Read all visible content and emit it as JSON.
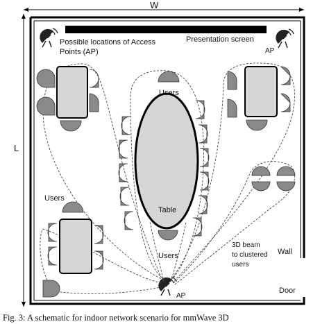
{
  "dimension_labels": {
    "width": "W",
    "length": "L"
  },
  "screen_label": "Presentation screen",
  "ap_locations_label_line1": "Possible locations of Access",
  "ap_locations_label_line2": "Points (AP)",
  "ap_label_right": "AP",
  "ap_label_bottom": "AP",
  "users_label_top": "Users",
  "users_label_left": "Users",
  "users_label_bottom": "Users",
  "table_label": "Table",
  "beam_label_line1": "3D beam",
  "beam_label_line2": "to clustered",
  "beam_label_line3": "users",
  "wall_label": "Wall",
  "door_label": "Door",
  "caption": "Fig. 3: A schematic for indoor network scenario for mmWave 3D",
  "colors": {
    "chair": "#8a8a8a",
    "table": "#d6d6d6",
    "screen": "#000000",
    "outline": "#000000"
  }
}
